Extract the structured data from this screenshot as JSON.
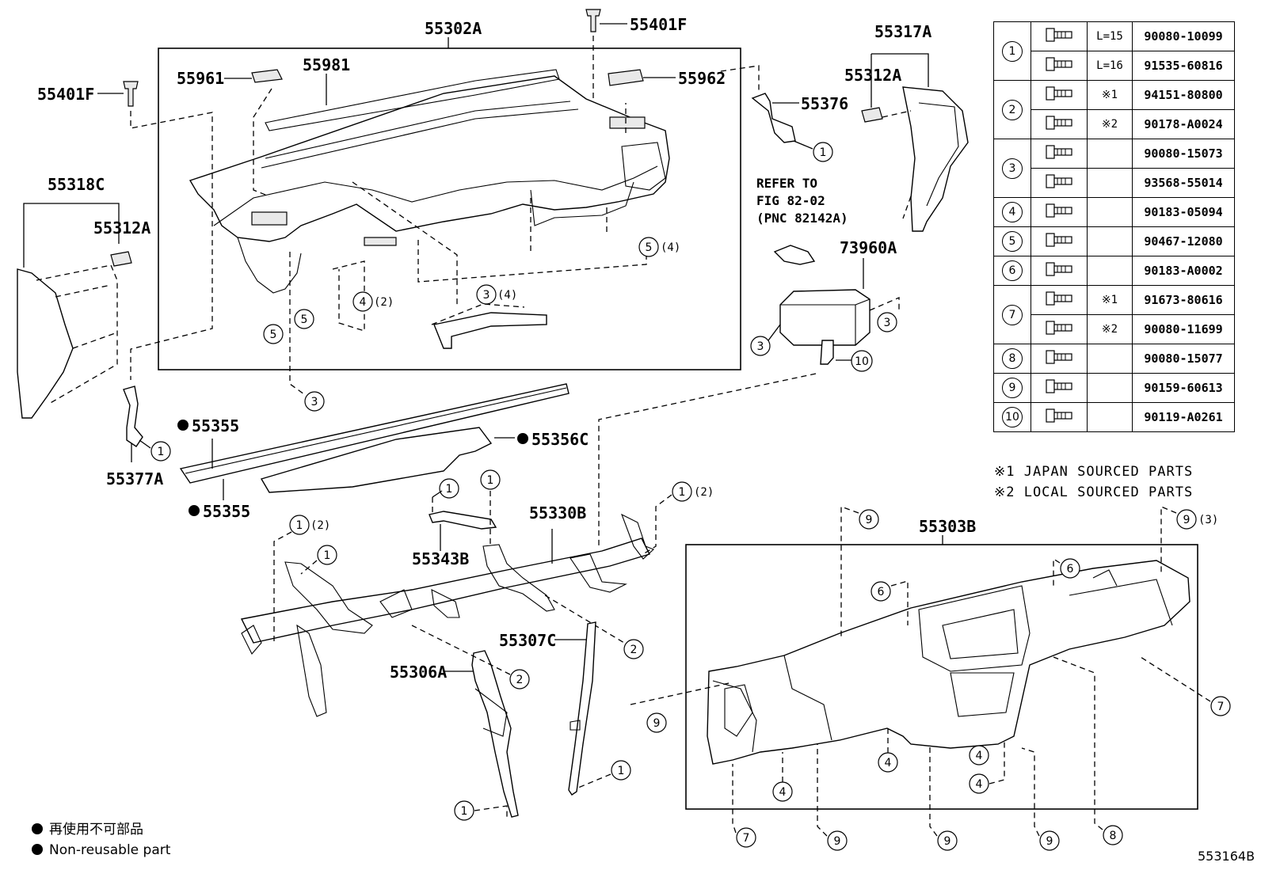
{
  "labels": {
    "l_55302A": "55302A",
    "l_55401F_top": "55401F",
    "l_55401F_left": "55401F",
    "l_55961": "55961",
    "l_55981": "55981",
    "l_55962": "55962",
    "l_55317A": "55317A",
    "l_55312A_right": "55312A",
    "l_55376": "55376",
    "l_55318C": "55318C",
    "l_55312A_left": "55312A",
    "l_73960A": "73960A",
    "l_55355_top": "55355",
    "l_55355_bottom": "55355",
    "l_55356C": "55356C",
    "l_55377A": "55377A",
    "l_55330B": "55330B",
    "l_55343B": "55343B",
    "l_55307C": "55307C",
    "l_55306A": "55306A",
    "l_55303B": "55303B"
  },
  "refer": {
    "line1": "REFER TO",
    "line2": "FIG 82-02",
    "line3": "(PNC 82142A)"
  },
  "qty": {
    "q_4": "(4)",
    "q_2": "(2)",
    "q_3": "(3)"
  },
  "callouts": {
    "c1": "1",
    "c2": "2",
    "c3": "3",
    "c4": "4",
    "c5": "5",
    "c6": "6",
    "c7": "7",
    "c8": "8",
    "c9": "9",
    "c10": "10"
  },
  "table": {
    "rows": [
      {
        "idx": "1",
        "note": "L=15",
        "num": "90080-10099"
      },
      {
        "idx": "",
        "note": "L=16",
        "num": "91535-60816"
      },
      {
        "idx": "2",
        "note": "※1",
        "num": "94151-80800"
      },
      {
        "idx": "",
        "note": "※2",
        "num": "90178-A0024"
      },
      {
        "idx": "3",
        "note": "",
        "num": "90080-15073"
      },
      {
        "idx": "",
        "note": "",
        "num": "93568-55014"
      },
      {
        "idx": "4",
        "note": "",
        "num": "90183-05094"
      },
      {
        "idx": "5",
        "note": "",
        "num": "90467-12080"
      },
      {
        "idx": "6",
        "note": "",
        "num": "90183-A0002"
      },
      {
        "idx": "7",
        "note": "※1",
        "num": "91673-80616"
      },
      {
        "idx": "",
        "note": "※2",
        "num": "90080-11699"
      },
      {
        "idx": "8",
        "note": "",
        "num": "90080-15077"
      },
      {
        "idx": "9",
        "note": "",
        "num": "90159-60613"
      },
      {
        "idx": "10",
        "note": "",
        "num": "90119-A0261"
      }
    ]
  },
  "notes": {
    "n1": "※1 JAPAN SOURCED PARTS",
    "n2": "※2 LOCAL SOURCED PARTS"
  },
  "footnotes": {
    "f1": "再使用不可部品",
    "f2": "Non-reusable part"
  },
  "drawing_number": "553164B"
}
